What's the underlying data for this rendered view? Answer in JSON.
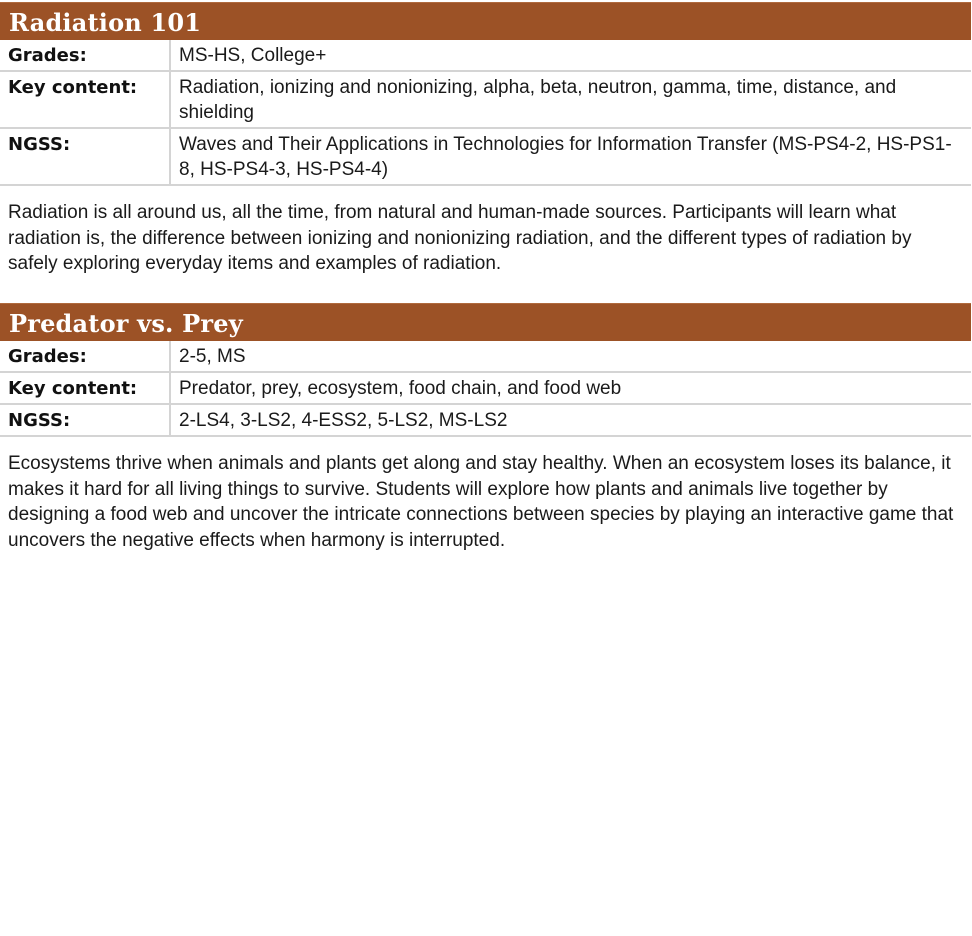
{
  "sections": [
    {
      "title": "Radiation 101",
      "rows": [
        {
          "label": "Grades:",
          "value": "MS-HS, College+"
        },
        {
          "label": "Key content:",
          "value": "Radiation, ionizing and nonionizing, alpha, beta, neutron, gamma, time, distance, and shielding"
        },
        {
          "label": "NGSS:",
          "value": "Waves and Their Applications in Technologies for Information Transfer (MS-PS4-2, HS-PS1-8, HS-PS4-3, HS-PS4-4)"
        }
      ],
      "description": "Radiation is all around us, all the time, from natural and human-made sources. Participants will learn what radiation is, the difference between ionizing and nonionizing radiation, and the different types of radiation by safely exploring everyday items and examples of radiation."
    },
    {
      "title": "Predator vs. Prey",
      "rows": [
        {
          "label": "Grades:",
          "value": "2-5, MS"
        },
        {
          "label": "Key content:",
          "value": "Predator, prey, ecosystem, food chain, and food web"
        },
        {
          "label": "NGSS:",
          "value": "2-LS4, 3-LS2, 4-ESS2, 5-LS2, MS-LS2"
        }
      ],
      "description": "Ecosystems thrive when animals and plants get along and stay healthy. When an ecosystem loses its balance, it makes it hard for all living things to survive. Students will explore how plants and animals live together by designing a food web and uncover the intricate connections between species by playing an interactive game that uncovers the negative effects when harmony is interrupted."
    }
  ],
  "colors": {
    "header_bg": "#9c5226",
    "border": "#d4d4d4"
  }
}
